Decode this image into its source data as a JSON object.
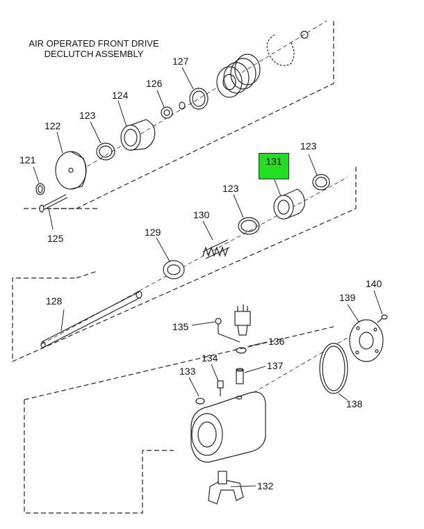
{
  "title": {
    "line1": "AIR OPERATED FRONT DRIVE",
    "line2": "DECLUTCH ASSEMBLY"
  },
  "callouts": [
    {
      "id": "121",
      "text": "121"
    },
    {
      "id": "122",
      "text": "122"
    },
    {
      "id": "123a",
      "text": "123"
    },
    {
      "id": "124",
      "text": "124"
    },
    {
      "id": "125",
      "text": "125"
    },
    {
      "id": "126",
      "text": "126"
    },
    {
      "id": "127",
      "text": "127"
    },
    {
      "id": "123b",
      "text": "123"
    },
    {
      "id": "123c",
      "text": "123"
    },
    {
      "id": "128",
      "text": "128"
    },
    {
      "id": "129",
      "text": "129"
    },
    {
      "id": "130",
      "text": "130"
    },
    {
      "id": "131",
      "text": "131",
      "highlighted": true
    },
    {
      "id": "132",
      "text": "132"
    },
    {
      "id": "133",
      "text": "133"
    },
    {
      "id": "134",
      "text": "134"
    },
    {
      "id": "135",
      "text": "135"
    },
    {
      "id": "136",
      "text": "136"
    },
    {
      "id": "137",
      "text": "137"
    },
    {
      "id": "138",
      "text": "138"
    },
    {
      "id": "139",
      "text": "139"
    },
    {
      "id": "140",
      "text": "140"
    }
  ],
  "colors": {
    "highlight": "#22dd22",
    "line": "#222222"
  }
}
